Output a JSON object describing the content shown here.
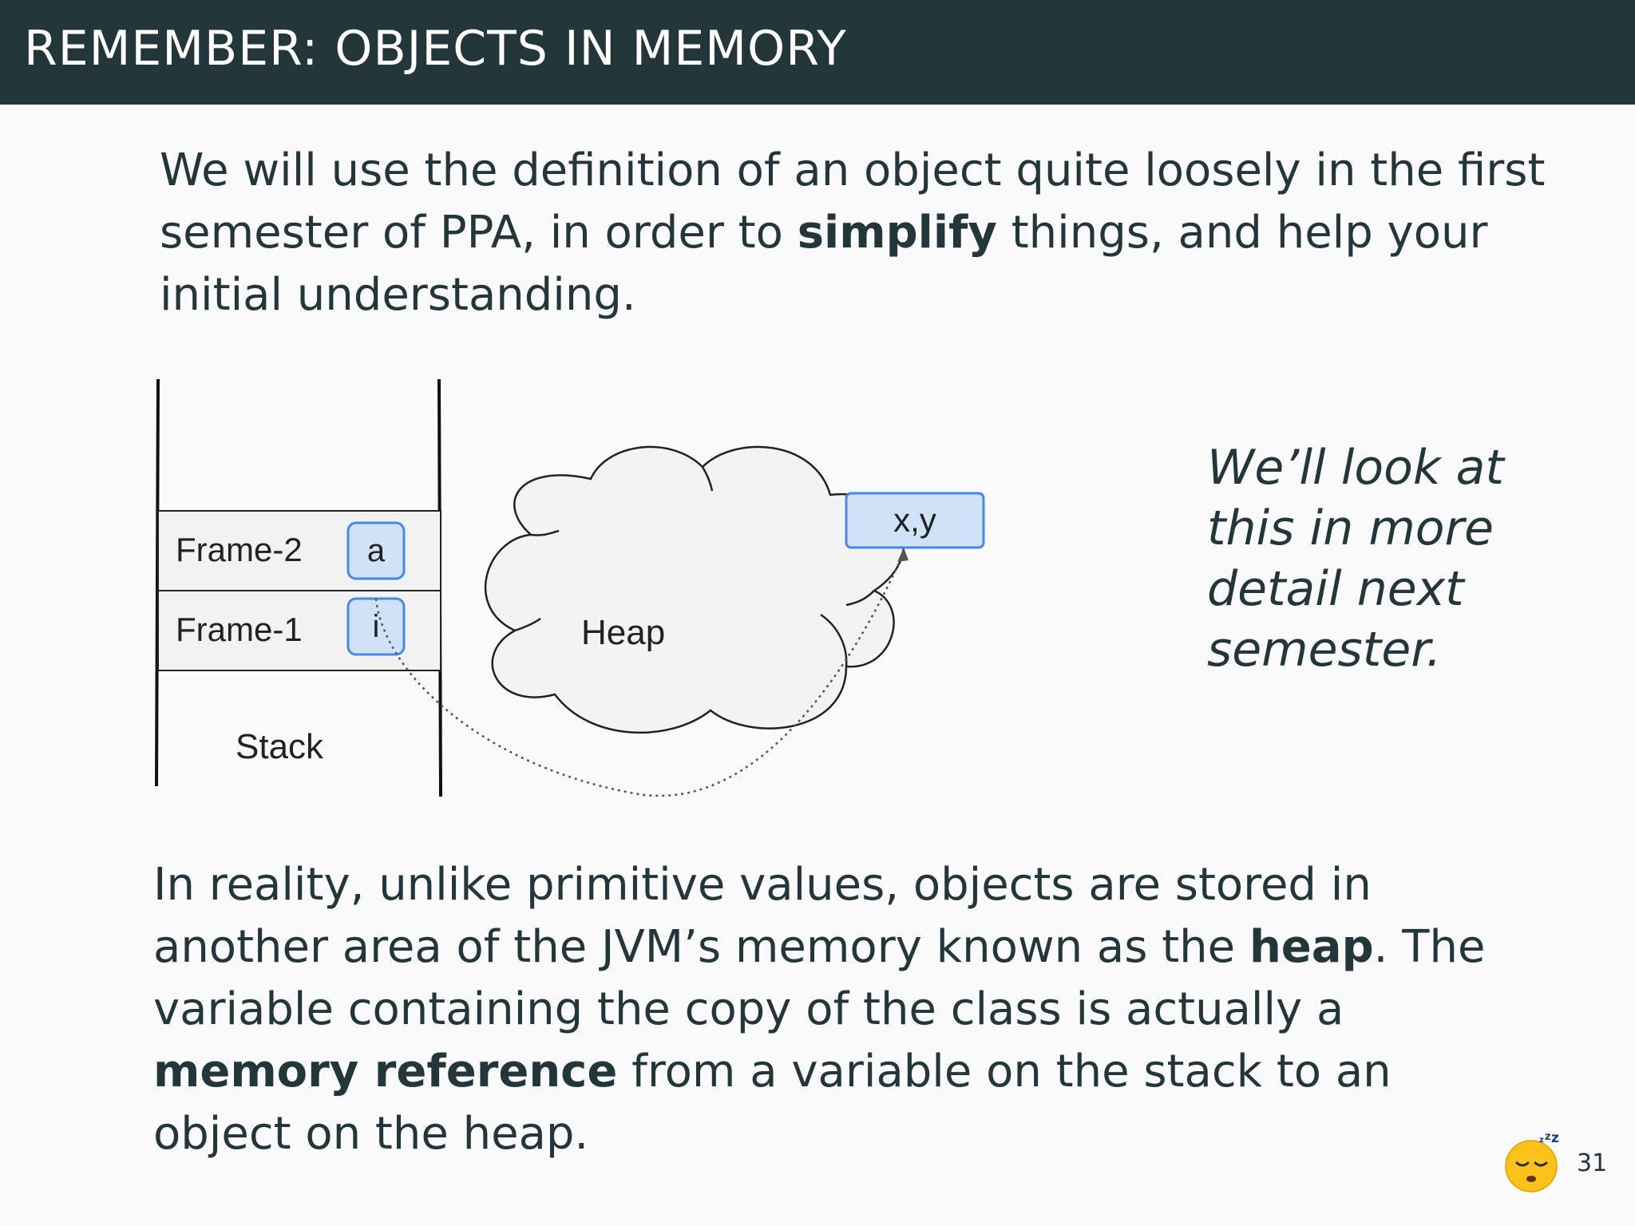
{
  "slide": {
    "title": "REMEMBER: OBJECTS IN MEMORY",
    "intro": {
      "before": "We will use the definition of an object quite loosely in the first semester of PPA, in order to ",
      "bold": "simplify",
      "after": " things, and help your initial understanding."
    },
    "side_note": "We’ll look at this in more detail next semester.",
    "body": {
      "part1": "In reality, unlike primitive values, objects are stored in another area of the JVM’s memory known as the ",
      "bold1": "heap",
      "part2": ". The variable containing the copy of the class is actually a ",
      "bold2": "memory reference",
      "part3": " from a variable on the stack to an object on the heap."
    },
    "page_number": "31",
    "emoji_icon": "sleeping-face-icon"
  },
  "diagram": {
    "frames": [
      {
        "label": "Frame-2",
        "var": "a"
      },
      {
        "label": "Frame-1",
        "var": "i"
      }
    ],
    "stack_label": "Stack",
    "heap_label": "Heap",
    "object_label": "x,y",
    "colors": {
      "var_box_fill": "#cfe2f7",
      "var_box_stroke": "#4a86e8",
      "frame_fill": "#f2f2f2",
      "cloud_fill": "#f3f3f3"
    }
  }
}
